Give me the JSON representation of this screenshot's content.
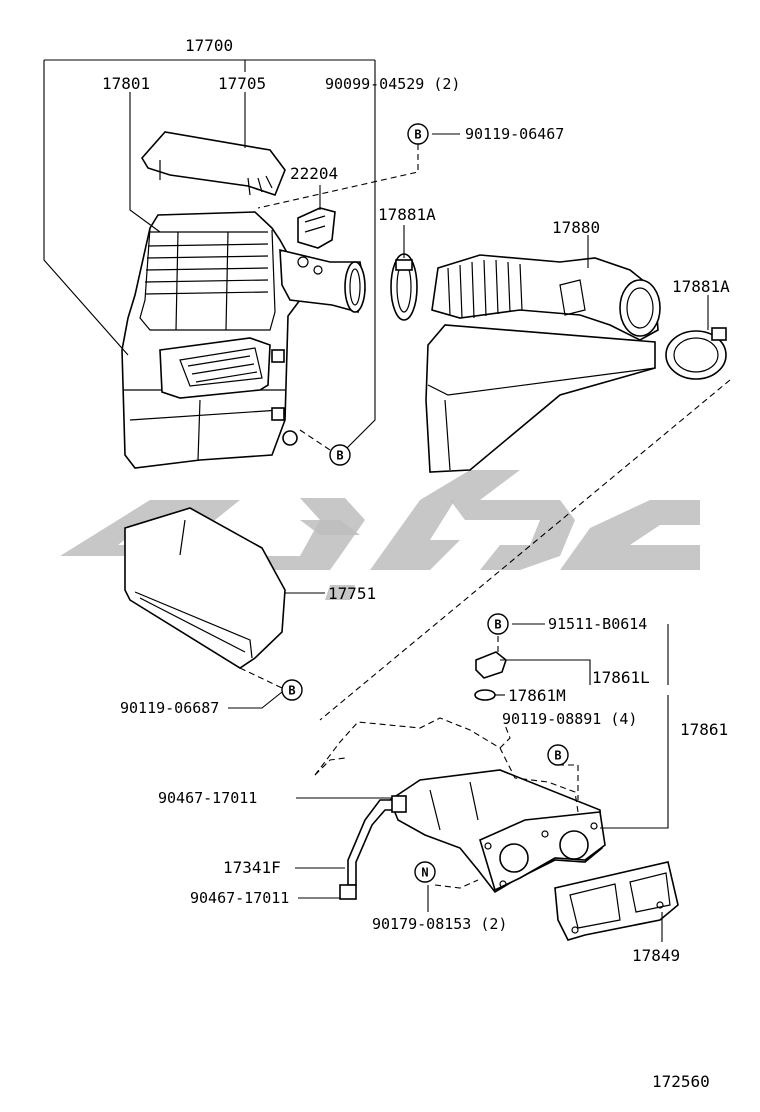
{
  "diagram": {
    "drawing_number": "172560",
    "markers": {
      "b": "B",
      "n": "N"
    },
    "callouts": {
      "p17700": "17700",
      "p17801": "17801",
      "p17705": "17705",
      "p90099": "90099-04529 (2)",
      "p90119_06467": "90119-06467",
      "p22204": "22204",
      "p17881a_left": "17881A",
      "p17880": "17880",
      "p17881a_right": "17881A",
      "p17751": "17751",
      "p90119_06687": "90119-06687",
      "p91511": "91511-B0614",
      "p17861l": "17861L",
      "p17861m": "17861M",
      "p90119_08891": "90119-08891 (4)",
      "p17861": "17861",
      "p90467_upper": "90467-17011",
      "p17341f": "17341F",
      "p90467_lower": "90467-17011",
      "p90179": "90179-08153 (2)",
      "p17849": "17849"
    }
  }
}
